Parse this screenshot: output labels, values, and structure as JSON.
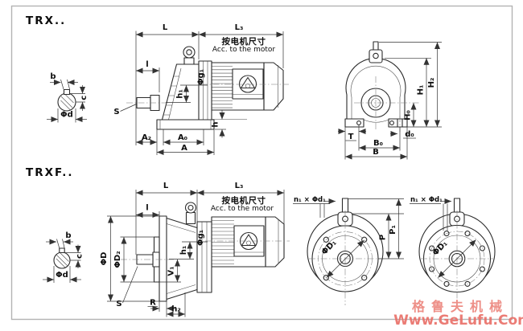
{
  "colors": {
    "line": "#2b2b2b",
    "dimension": "#333333",
    "frame": "#b3b3b3",
    "watermark_brand": "#ec837b",
    "watermark_url": "#e96e67"
  },
  "trx": {
    "title": "TRX..",
    "shaft": {
      "b": "b",
      "c": "c",
      "d": "Φd"
    },
    "side": {
      "L": "L",
      "L3": "L₃",
      "note_cn": "按电机尺寸",
      "note_en": "Acc. to the motor",
      "l": "l",
      "g1": "Φg₁",
      "h1": "h₁",
      "S": "S",
      "h": "h",
      "A2": "A₂",
      "A0": "A₀",
      "A": "A"
    },
    "front": {
      "H0": "H₀",
      "H1": "H₁",
      "H2": "H₂",
      "T": "T",
      "d0": "d₀",
      "B0": "B₀",
      "B": "B"
    }
  },
  "trxf": {
    "title": "TRXF..",
    "shaft": {
      "b": "b",
      "c": "c",
      "d": "Φd"
    },
    "side": {
      "L": "L",
      "L3": "L₃",
      "note_cn": "按电机尺寸",
      "note_en": "Acc. to the motor",
      "l": "l",
      "D": "ΦD",
      "D2": "ΦD₂",
      "g1": "Φg₁",
      "h1": "h₁",
      "V1": "V₁",
      "S": "S",
      "R": "R",
      "h2": "h₂"
    },
    "flange_a": {
      "n": "n₁ × Φd₁",
      "P": "P",
      "P1": "P₁",
      "D1": "ΦD₁"
    },
    "flange_b": {
      "n": "n₁ × Φd₁",
      "D1": "ΦD₁"
    }
  },
  "watermark": {
    "brand": "格鲁夫机械",
    "url": "Www.GeLufu.Com"
  }
}
